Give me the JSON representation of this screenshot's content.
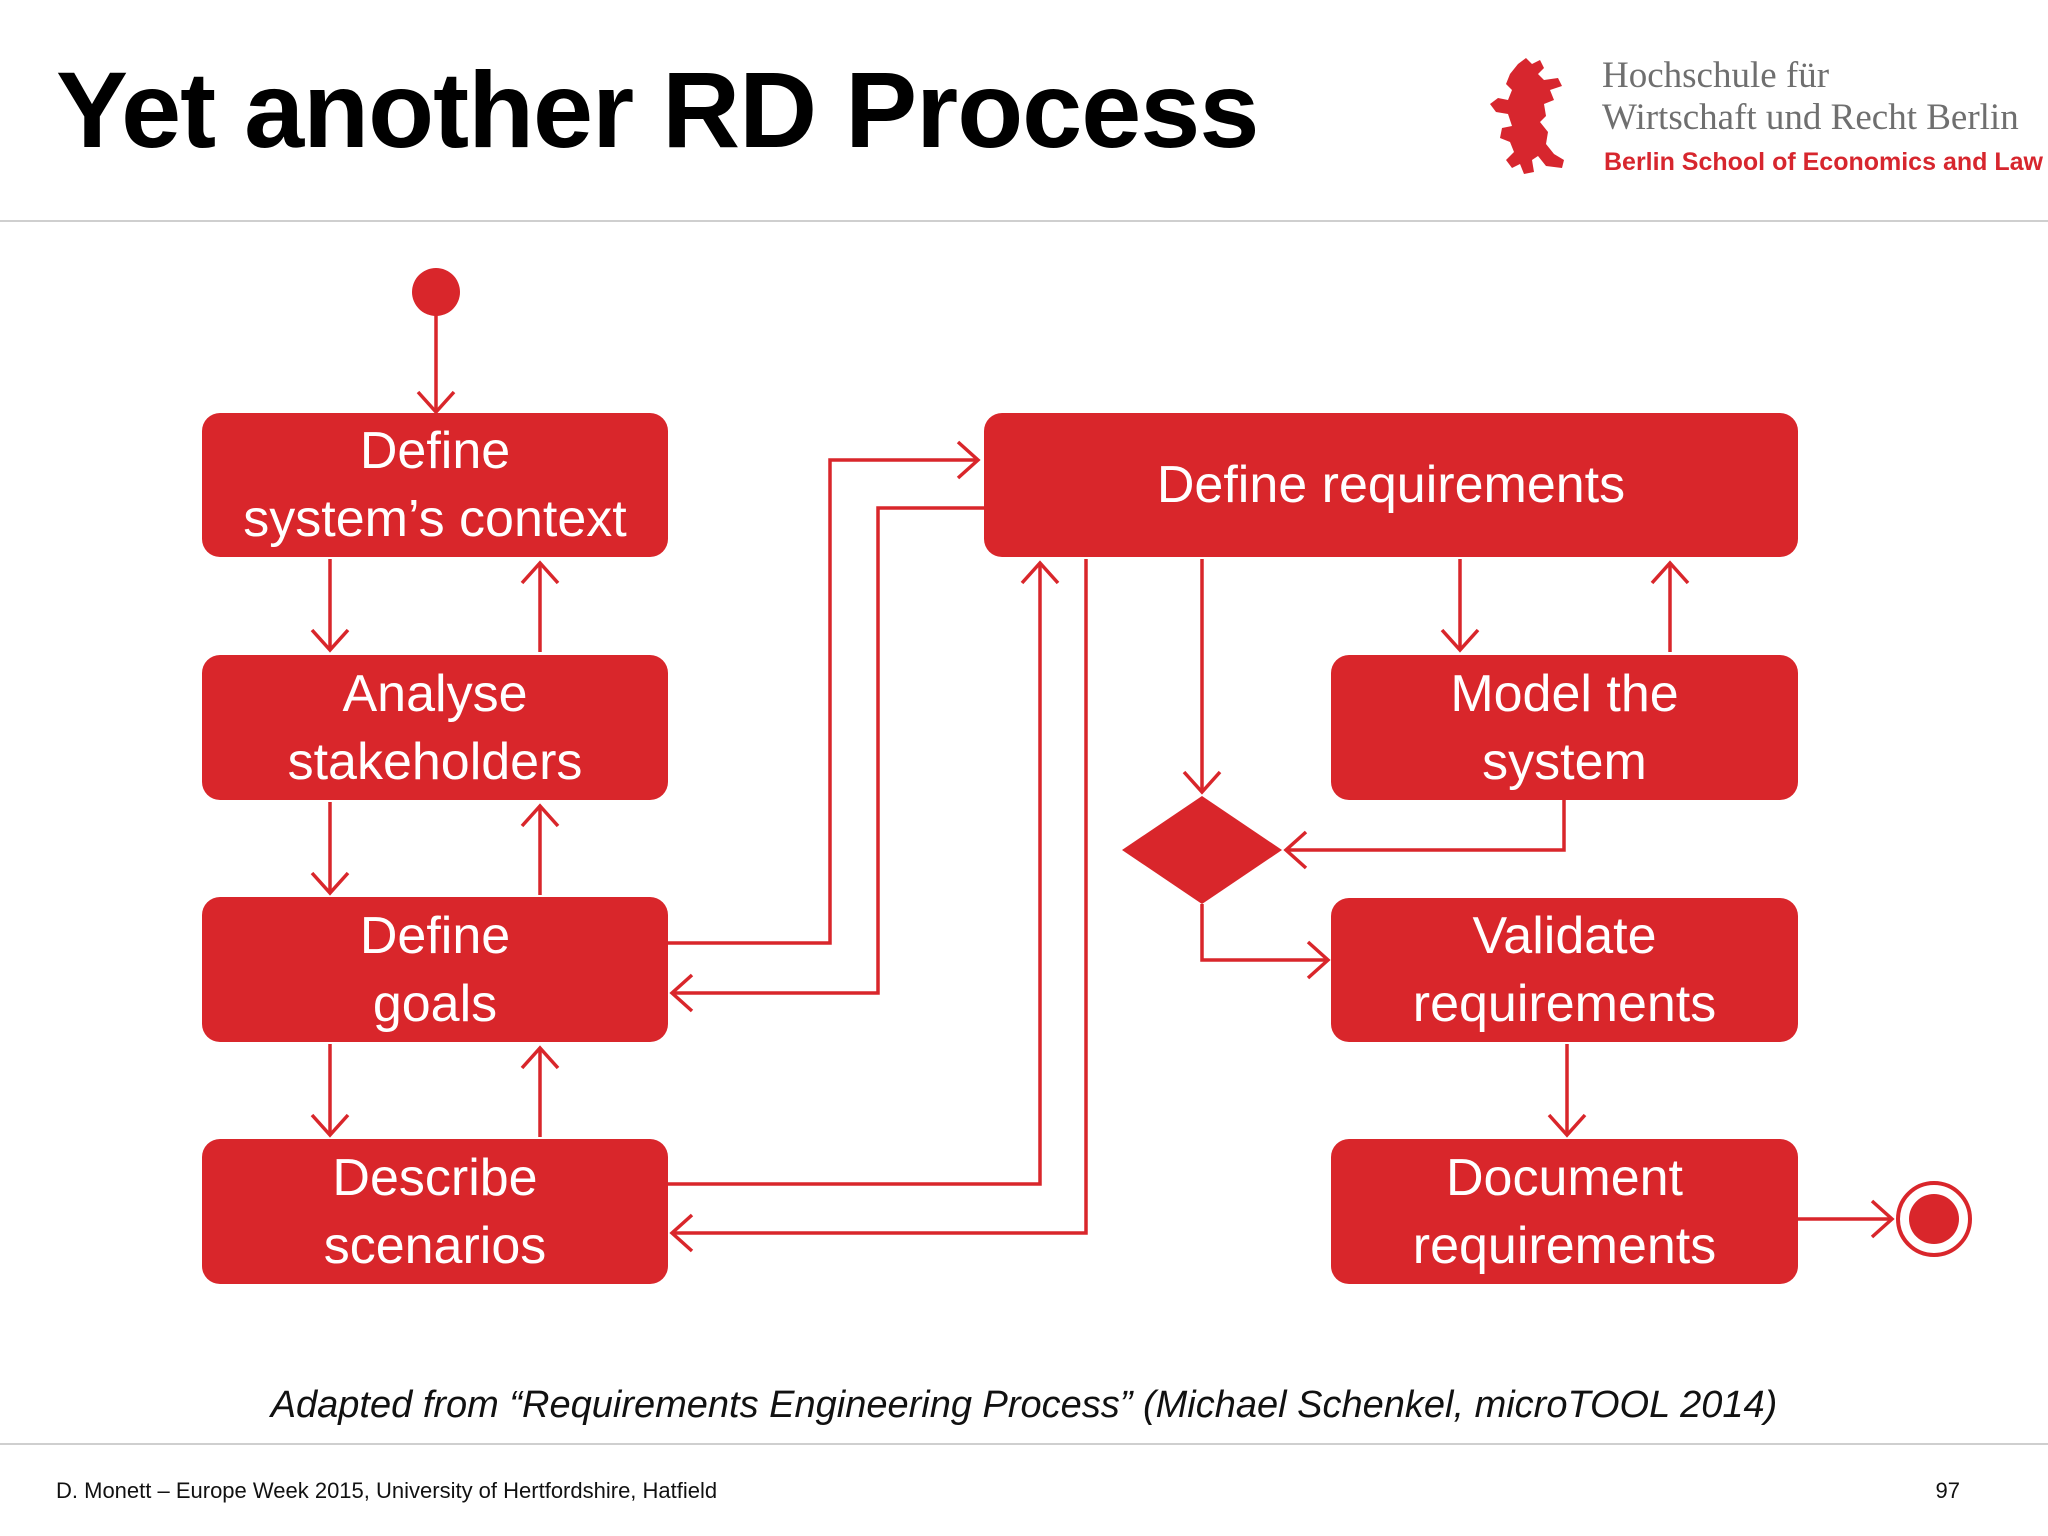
{
  "slide": {
    "title": "Yet another RD Process",
    "caption": "Adapted from “Requirements Engineering Process” (Michael Schenkel, microTOOL 2014)",
    "footer_left": "D. Monett – Europe Week 2015, University of Hertfordshire, Hatfield",
    "page_number": "97"
  },
  "logo": {
    "line1": "Hochschule für",
    "line2": "Wirtschaft und Recht Berlin",
    "line3": "Berlin School of Economics and Law",
    "icon": "berlin-bear-icon",
    "color": "#d7262e"
  },
  "diagram": {
    "accent_color": "#d9262b",
    "nodes": {
      "define_context": "Define\nsystem’s context",
      "analyse_stakeholders": "Analyse\nstakeholders",
      "define_goals": "Define\ngoals",
      "describe_scenarios": "Describe\nscenarios",
      "define_requirements": "Define requirements",
      "model_system": "Model the\nsystem",
      "validate_requirements": "Validate\nrequirements",
      "document_requirements": "Document\nrequirements"
    }
  }
}
